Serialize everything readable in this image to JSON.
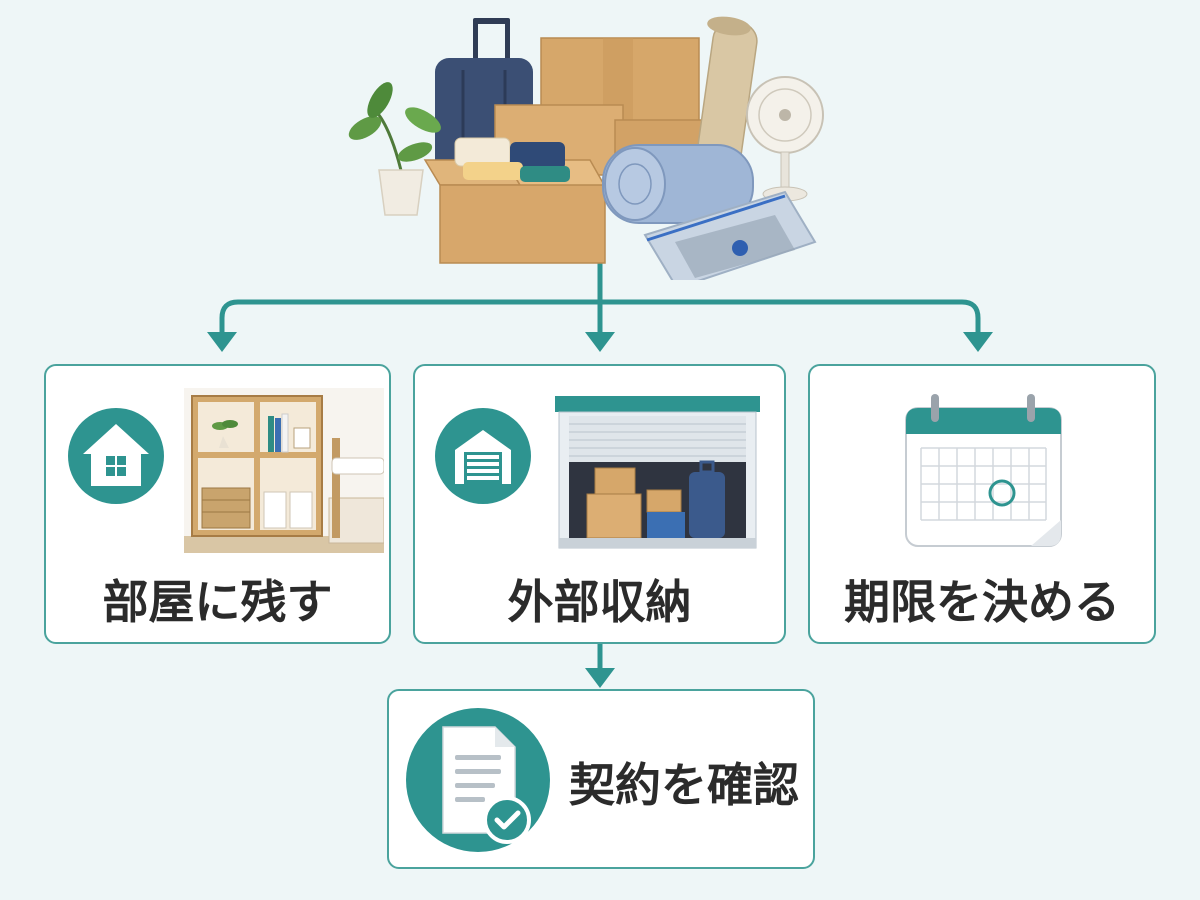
{
  "colors": {
    "accent": "#2e9490",
    "background": "#eef6f7",
    "card_border": "#4aa39d",
    "text": "#2b2b2b"
  },
  "items": {
    "stay": {
      "label": "部屋に残す",
      "icon": "house-icon"
    },
    "external": {
      "label": "外部収納",
      "icon": "garage-icon"
    },
    "deadline": {
      "label": "期限を決める",
      "icon": "calendar-icon"
    },
    "contract": {
      "label": "契約を確認",
      "icon": "document-check-icon"
    }
  },
  "top_illustration": "moving-boxes-and-belongings"
}
